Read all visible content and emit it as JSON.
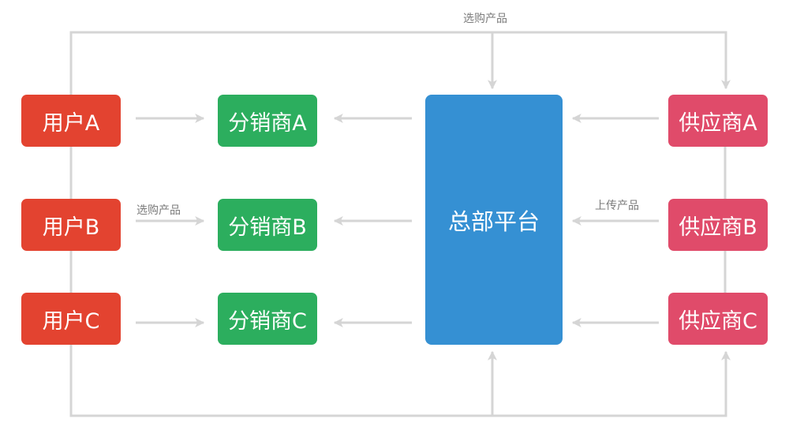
{
  "users": [
    {
      "label": "用户A"
    },
    {
      "label": "用户B"
    },
    {
      "label": "用户C"
    }
  ],
  "distributors": [
    {
      "label": "分销商A"
    },
    {
      "label": "分销商B"
    },
    {
      "label": "分销商C"
    }
  ],
  "platform": {
    "label": "总部平台"
  },
  "suppliers": [
    {
      "label": "供应商A"
    },
    {
      "label": "供应商B"
    },
    {
      "label": "供应商C"
    }
  ],
  "edge_labels": {
    "top_loop": "选购产品",
    "user_to_distributor": "选购产品",
    "supplier_to_platform": "上传产品"
  },
  "colors": {
    "user": "#e34330",
    "distributor": "#2cae5e",
    "platform": "#3590d3",
    "supplier": "#e04b6a",
    "connector": "#d5d5d5",
    "label_text": "#7b7b7b"
  }
}
